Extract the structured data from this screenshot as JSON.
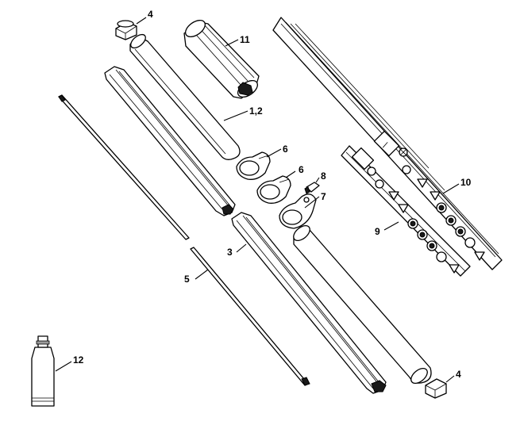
{
  "labels": {
    "p4_top": "4",
    "p11": "11",
    "p1_2": "1,2",
    "p6_a": "6",
    "p6_b": "6",
    "p8": "8",
    "p7": "7",
    "p10": "10",
    "p9": "9",
    "p3": "3",
    "p5": "5",
    "p12": "12",
    "p4_bottom": "4"
  },
  "colors": {
    "ink": "#000000",
    "paper": "#ffffff",
    "shade": "#9a9a9a"
  },
  "icons": [
    "warning-triangle-icon",
    "eye-protection-icon",
    "ear-protection-icon",
    "glove-icon",
    "boot-icon",
    "no-bystanders-icon",
    "spinning-line-icon"
  ]
}
